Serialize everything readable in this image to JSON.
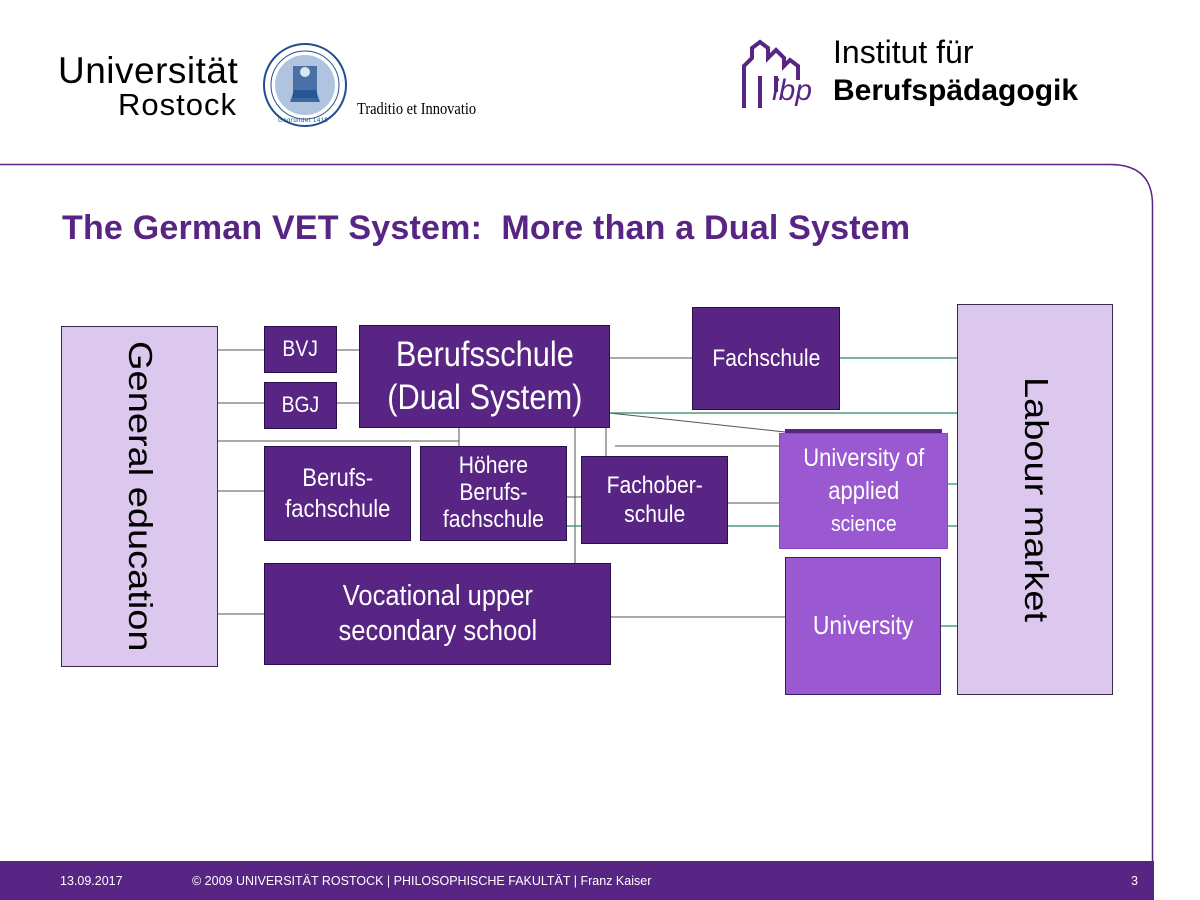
{
  "header": {
    "uni_name_line1": "Universität",
    "uni_name_line2": "Rostock",
    "uni_motto": "Traditio et Innovatio",
    "ibp_abbr": "ibp",
    "institute_line1": "Institut für",
    "institute_line2": "Berufspädagogik",
    "seal_text": "Gegründet 1419"
  },
  "slide": {
    "title": "The German VET System:  More than a Dual System"
  },
  "diagram": {
    "general_education": "General education",
    "labour_market": "Labour market",
    "bvj": "BVJ",
    "bgj": "BGJ",
    "berufsschule_line1": "Berufsschule",
    "berufsschule_line2": "(Dual System)",
    "fachschule": "Fachschule",
    "berufsfachschule_line1": "Berufs-",
    "berufsfachschule_line2": "fachschule",
    "hoehere_line1": "Höhere",
    "hoehere_line2": "Berufs-",
    "hoehere_line3": "fachschule",
    "fachoberschule_line1": "Fachober-",
    "fachoberschule_line2": "schule",
    "uas_line1": "University of",
    "uas_line2": "applied",
    "uas_line3": "science",
    "vocational_line1": "Vocational upper",
    "vocational_line2": "secondary school",
    "university": "University"
  },
  "footer": {
    "date": "13.09.2017",
    "copyright": "© 2009 UNIVERSITÄT ROSTOCK | PHILOSOPHISCHE FAKULTÄT | Franz Kaiser",
    "page": "3"
  },
  "colors": {
    "brand_purple": "#582584",
    "box_dark": "#582584",
    "box_mid": "#9a59d0",
    "box_pale": "#dcc8ee",
    "uni_blue": "#1f4f8f",
    "connector_green": "#2e8b57"
  }
}
